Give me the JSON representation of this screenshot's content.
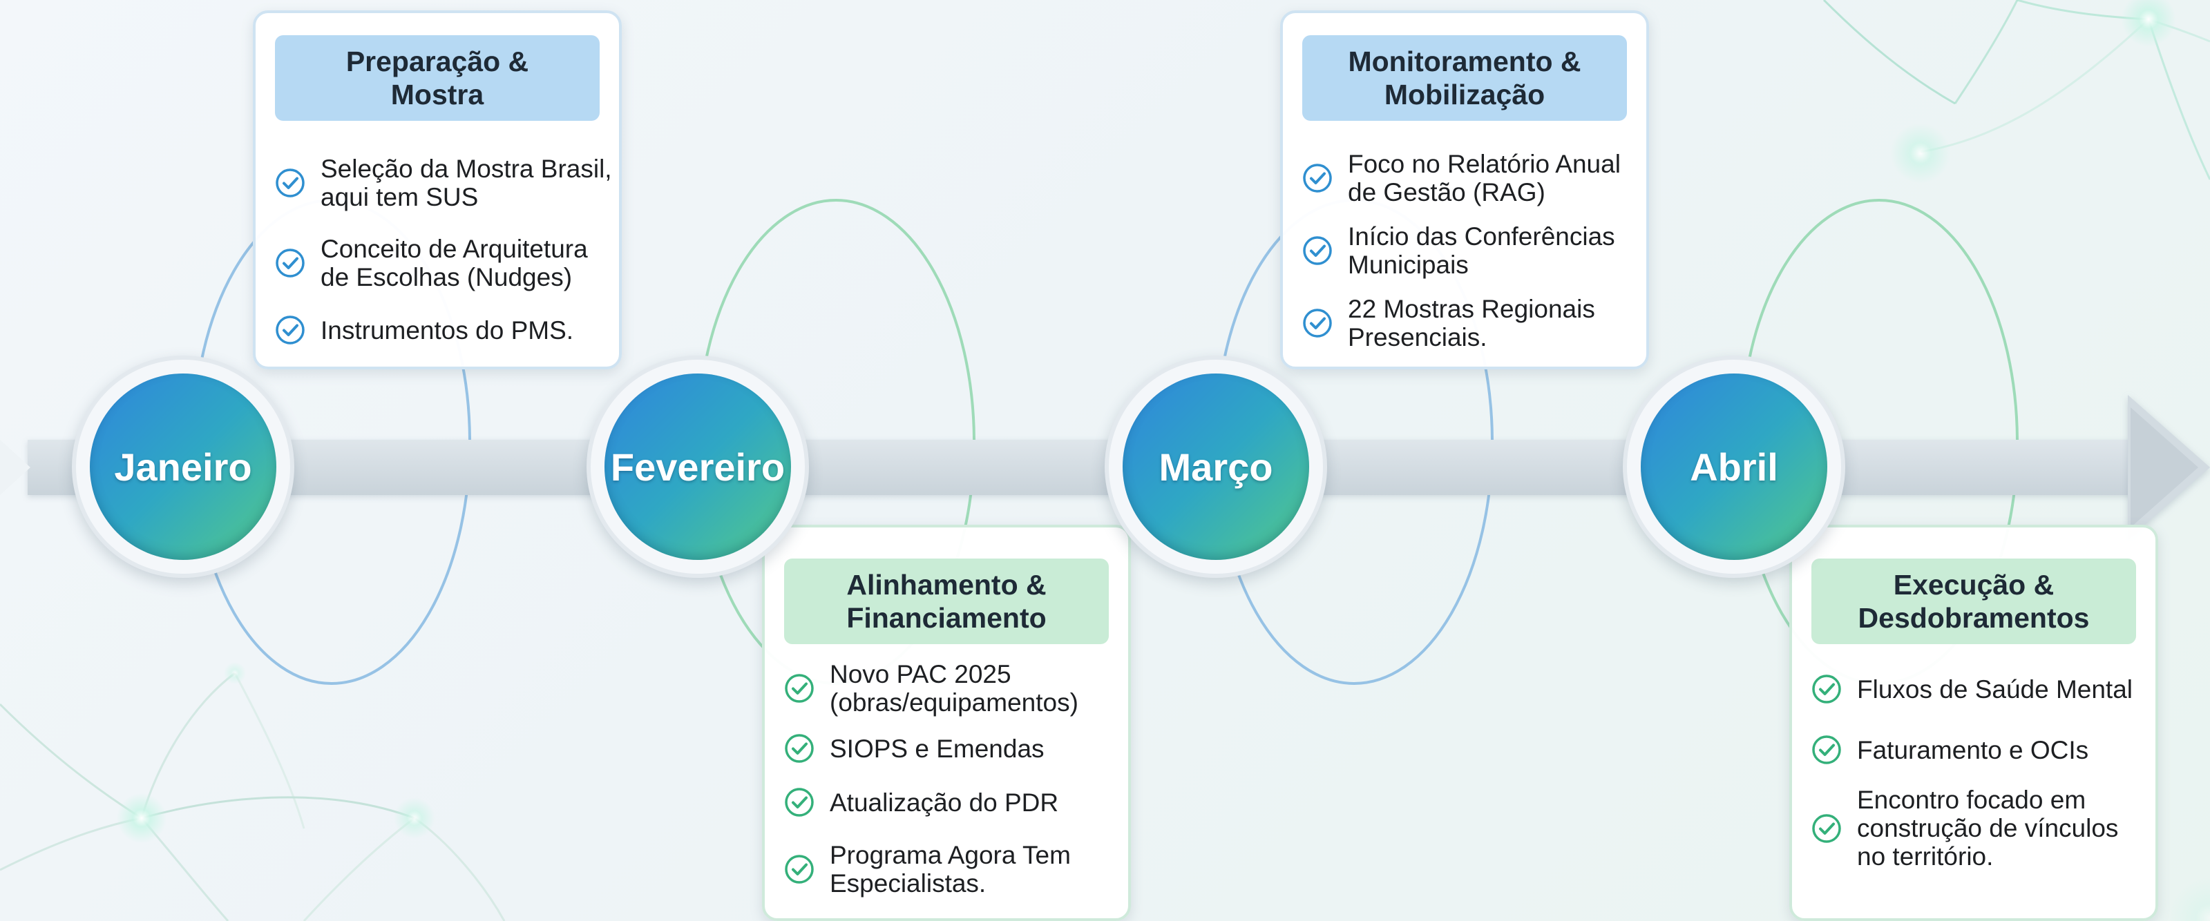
{
  "months": [
    "Janeiro",
    "Fevereiro",
    "Março",
    "Abril"
  ],
  "colors": {
    "month_gradient_start": "#2f86dc",
    "month_gradient_end": "#53c98a",
    "blue_header": "#b6d9f3",
    "green_header": "#c9ecd6",
    "check_blue": "#2f8fd0",
    "check_green": "#34b07a"
  },
  "cards": [
    {
      "title": "Preparação &\nMostra",
      "items": [
        "Seleção da Mostra Brasil,\naqui tem SUS",
        "Conceito de Arquitetura\nde Escolhas (Nudges)",
        "Instrumentos do PMS."
      ]
    },
    {
      "title": "Alinhamento &\nFinanciamento",
      "items": [
        "Novo PAC 2025\n(obras/equipamentos)",
        "SIOPS e Emendas",
        "Atualização do PDR",
        "Programa Agora Tem\nEspecialistas."
      ]
    },
    {
      "title": "Monitoramento &\nMobilização",
      "items": [
        "Foco no Relatório Anual\nde Gestão (RAG)",
        "Início das Conferências\nMunicipais",
        "22 Mostras Regionais\nPresenciais."
      ]
    },
    {
      "title": "Execução &\nDesdobramentos",
      "items": [
        "Fluxos de Saúde Mental",
        "Faturamento e OCIs",
        "Encontro focado em\nconstrução de vínculos\nno território."
      ]
    }
  ]
}
